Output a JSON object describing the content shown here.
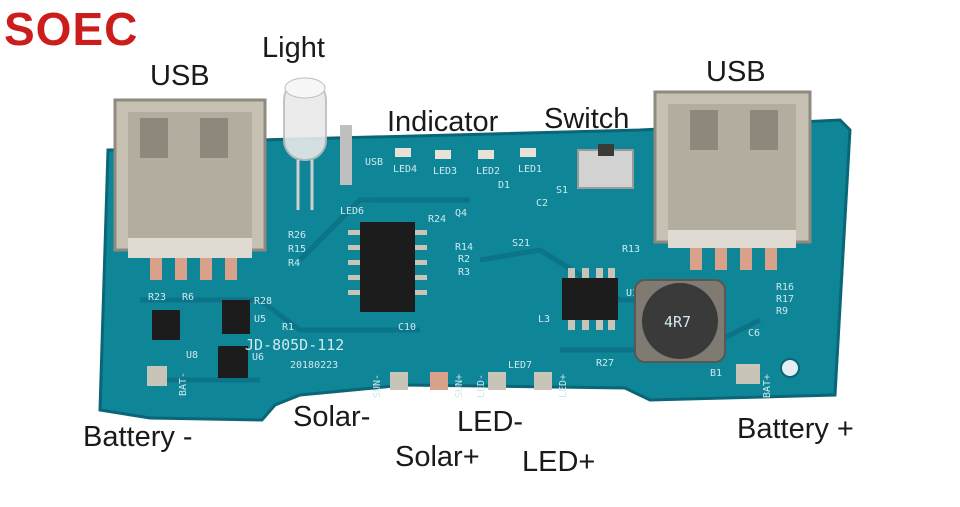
{
  "logo": {
    "text": "SOEC",
    "color": "#cc1d1d",
    "accent": "#2e8b2e"
  },
  "labels": {
    "usb_left": "USB",
    "light": "Light",
    "indicator": "Indicator",
    "switch": "Switch",
    "usb_right": "USB",
    "battery_minus": "Battery -",
    "solar_minus": "Solar-",
    "led_minus": "LED-",
    "solar_plus": "Solar+",
    "led_plus": "LED+",
    "battery_plus": "Battery +"
  },
  "board": {
    "model": "JD-805D-112",
    "date": "20180223",
    "inductor": "4R7",
    "pads": {
      "bat_minus": "BAT-",
      "sun_minus": "SUN-",
      "sun_plus": "SUN+",
      "led_minus": "LED-",
      "led_plus": "LED+",
      "bat_plus": "BAT+"
    },
    "refs": {
      "led4": "LED4",
      "led3": "LED3",
      "led2": "LED2",
      "led1": "LED1",
      "led6": "LED6",
      "led7": "LED7",
      "usb_label": "USB",
      "r24": "R24",
      "r26": "R26",
      "r15": "R15",
      "r4": "R4",
      "r14": "R14",
      "r2": "R2",
      "r3": "R3",
      "r23": "R23",
      "r6": "R6",
      "r28": "R28",
      "r1": "R1",
      "r16": "R16",
      "r17": "R17",
      "r9": "R9",
      "r27": "R27",
      "r13": "R13",
      "u5": "U5",
      "u8": "U8",
      "u6": "U6",
      "u1": "U1",
      "c10": "C10",
      "c6": "C6",
      "c2": "C2",
      "s1": "S1",
      "d1": "D1",
      "q4": "Q4",
      "s21": "S21",
      "l3": "L3",
      "b1": "B1"
    },
    "colors": {
      "pcb": "#0f8598",
      "pcb_dark": "#0a6677",
      "usb_metal": "#c7c1b4",
      "pad_silver": "#c9c4b8",
      "pad_copper": "#d9a08a",
      "chip": "#1c1c1c"
    }
  }
}
